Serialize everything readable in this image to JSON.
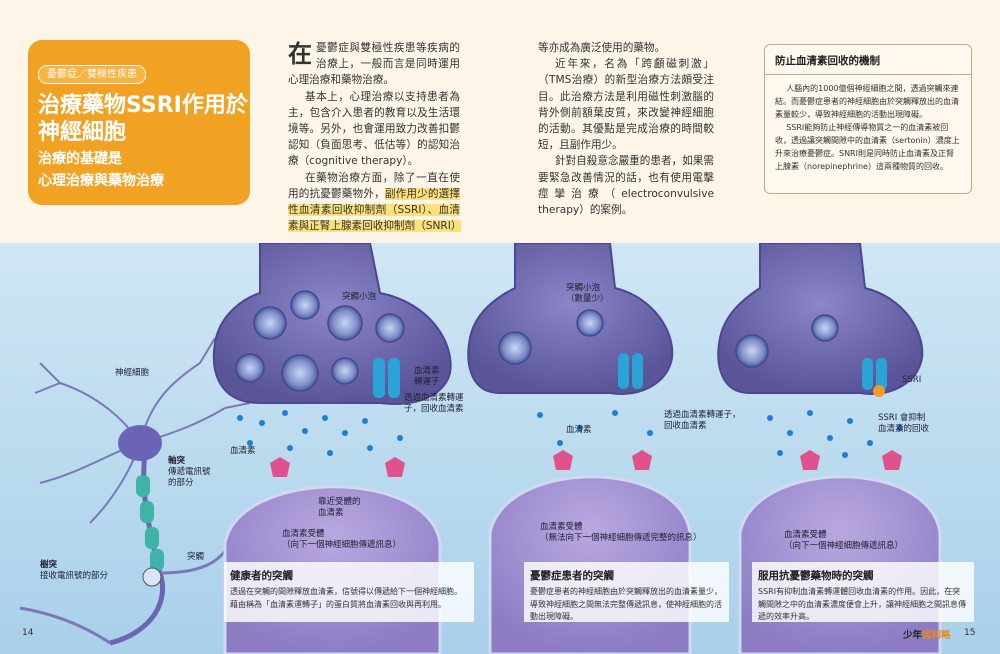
{
  "title_box": {
    "tag": "憂鬱症／雙極性疾患",
    "title": "治療藥物SSRI作用於神經細胞",
    "subtitle_line1": "治療的基礎是",
    "subtitle_line2": "心理治療與藥物治療"
  },
  "article": {
    "dropcap": "在",
    "p1": "憂鬱症與雙極性疾患等疾病的治療上，一般而言是同時運用心理治療和藥物治療。",
    "p2": "基本上，心理治療以支持患者為主，包含介入患者的教育以及生活環境等。另外，也會運用致力改善扣鬱認知（負面思考、低估等）的認知治療（cognitive therapy）。",
    "p3_start": "在藥物治療方面，除了一直在使用的抗憂鬱藥物外，",
    "p3_highlight": "副作用少的選擇性血清素回收抑制劑（SSRI）、血清素與正腎上腺素回收抑制劑（SNRI）",
    "p3_end": "等亦成為廣泛使用的藥物。",
    "p4": "近年來，名為「跨顱磁刺激」（TMS治療）的新型治療方法頗受注目。此治療方法是利用磁性刺激腦的背外側前額葉皮質，來改變神經細胞的活動。其優點是完成治療的時間較短，且副作用少。",
    "p5": "針對自殺意念嚴重的患者，如果需要緊急改善情況的話，也有使用電擊痙攣治療（electroconvulsive therapy）的案例。"
  },
  "sidebar": {
    "heading": "防止血清素回收的機制",
    "p1": "人腦內的1000億個神經細胞之間，透過突觸來連結。而憂鬱症患者的神經細胞由於突觸釋放出的血清素量較少，導致神經細胞的活動出現障礙。",
    "p2": "SSRI能夠防止神經傳導物質之一的血清素被回收，透過讓突觸間隙中的血清素（sertonin）濃度上升來治療憂鬱症。SNRI則是同時防止血清素及正腎上腺素（norepinephrine）這兩種物質的回收。"
  },
  "labels": {
    "neuron": "神經細胞",
    "axon_1": "軸突",
    "axon_2": "傳遞電訊號",
    "axon_3": "的部分",
    "dendrite_1": "樹突",
    "dendrite_2": "接收電訊號的部分",
    "synapse": "突觸",
    "vesicle": "突觸小泡",
    "transporter_1": "血清素",
    "transporter_2": "轉運子",
    "reuptake_1": "透過血清素轉運",
    "reuptake_2": "子，回收血清素",
    "serotonin_1": "血清素",
    "approach_1": "靠近受體的",
    "approach_2": "血清素",
    "receptor1_1": "血清素受體",
    "receptor1_2": "（向下一個神經細胞傳遞訊息）",
    "vesicle_few_1": "突觸小泡",
    "vesicle_few_2": "（數量少）",
    "reuptake2_1": "透過血清素轉運子，",
    "reuptake2_2": "回收血清素",
    "serotonin_2": "血清素",
    "receptor2_1": "血清素受體",
    "receptor2_2": "（無法向下一個神經細胞傳遞完整的訊息）",
    "ssri": "SSRI",
    "ssri_block_1": "SSRI 會抑制",
    "ssri_block_2": "血清素的回收",
    "receptor3_1": "血清素受體",
    "receptor3_2": "（向下一個神經細胞傳遞訊息）"
  },
  "captions": [
    {
      "heading": "健康者的突觸",
      "body": "透過在突觸的間隙釋放血清素，信號得以傳遞給下一個神經細胞。藉由稱為「血清素運轉子」的蛋白質將血清素回收與再利用。"
    },
    {
      "heading": "憂鬱症患者的突觸",
      "body": "憂鬱症患者的神經細胞由於突觸釋放出的血清素量少，導致神經細胞之間無法完整傳遞訊息，使神經細胞的活動出現障礙。"
    },
    {
      "heading": "服用抗憂鬱藥物時的突觸",
      "body": "SSRI有抑制血清素轉運體回收血清素的作用。因此，在突觸間隙之中的血清素濃度便會上升，讓神經細胞之間訊息傳遞的效率升高。"
    }
  ],
  "footer": {
    "page_left": "14",
    "page_right": "15",
    "brand_a": "少年",
    "brand_b": "伽利略"
  }
}
